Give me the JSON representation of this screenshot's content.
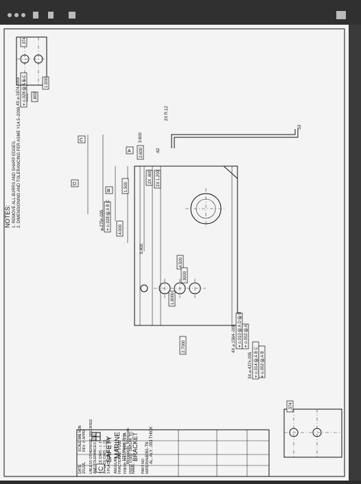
{
  "dims": {
    "d2x1200": "2X 1.200",
    "d2x600": "2X .600",
    "d62": ".62",
    "d3600": "3.600",
    "d2600": "2.600",
    "d1500": "1.500",
    "d4000": "4.000",
    "d5400": "5.400",
    "d4500": "4.500",
    "d1_8000": "1.8000",
    "d2_7000": "2.7000",
    "d9000": ".9000",
    "d1500b": "1.500",
    "d600b": ".600",
    "d374": ".374",
    "d374b": ".374",
    "r12": "2X R.12",
    "d53": ".53"
  },
  "callouts": {
    "c4x1874": "4X ⌀.1874-.003",
    "fcf028": "⌖ ⌀.028 Ⓜ A B C",
    "c275": "⌀.275±.005",
    "fcf028b": "⌖ ⌀.028 Ⓜ A B C",
    "c4x1564": "4X ⌀.1564-.005",
    "fcf010": "⌖ ⌀.010 Ⓜ A D Ⓜ B",
    "fcf002": "⌖ ⌀.002 Ⓜ A",
    "c3x437": "3X ⌀.437±.005",
    "fcf014": "⌖ ⌀.014 Ⓜ A B C",
    "fcf002b": "⌖ ⌀.002 Ⓜ A B"
  },
  "datums": {
    "a": "A",
    "b": "B",
    "c": "C",
    "d": "D"
  },
  "notes": {
    "title": "NOTES:",
    "items": [
      "1. REMOVE ALL BURRS AND SHARP EDGES.",
      "2. DIMENSIONING AND TOLERANCING PER ASME Y14.5–2009."
    ]
  },
  "title_block": {
    "date_label": "DATE:",
    "date": "20JUL",
    "tolerance_line": "UNLESS OTHERWISE SPECIFIED",
    "tol2": "AND TOLERANCES FOR:",
    "tol_rows": [
      "1 PLACE DIMS.: ± .1",
      "2 PLACE DIMS.: ± .01",
      "3 PLACE DIMS.: ± .005"
    ],
    "angular": "ANGULAR: ± .30'",
    "fractional": "FRACTIONAL: ± 1/32",
    "finish": "FINISH: MIL-C-5541-CL1A",
    "first_used": "FIRST USED: SIMILAR TO:",
    "scale": "SCALE: = 1",
    "dr": "DR: MJN",
    "rev": "REV: 0",
    "appd": "APPD:",
    "company": "SAFETY",
    "company2": "MARINE",
    "address": "1724 Marine Drive",
    "city": "Minneapolis, Minnesota",
    "name_label": "NAME:",
    "part_name": "BRACKET",
    "part_no_label": "PART NO:",
    "material_label": "MATERIAL:",
    "material": "6061-T6",
    "material2": "AL. ALY. .093 THICK",
    "size": "C"
  }
}
